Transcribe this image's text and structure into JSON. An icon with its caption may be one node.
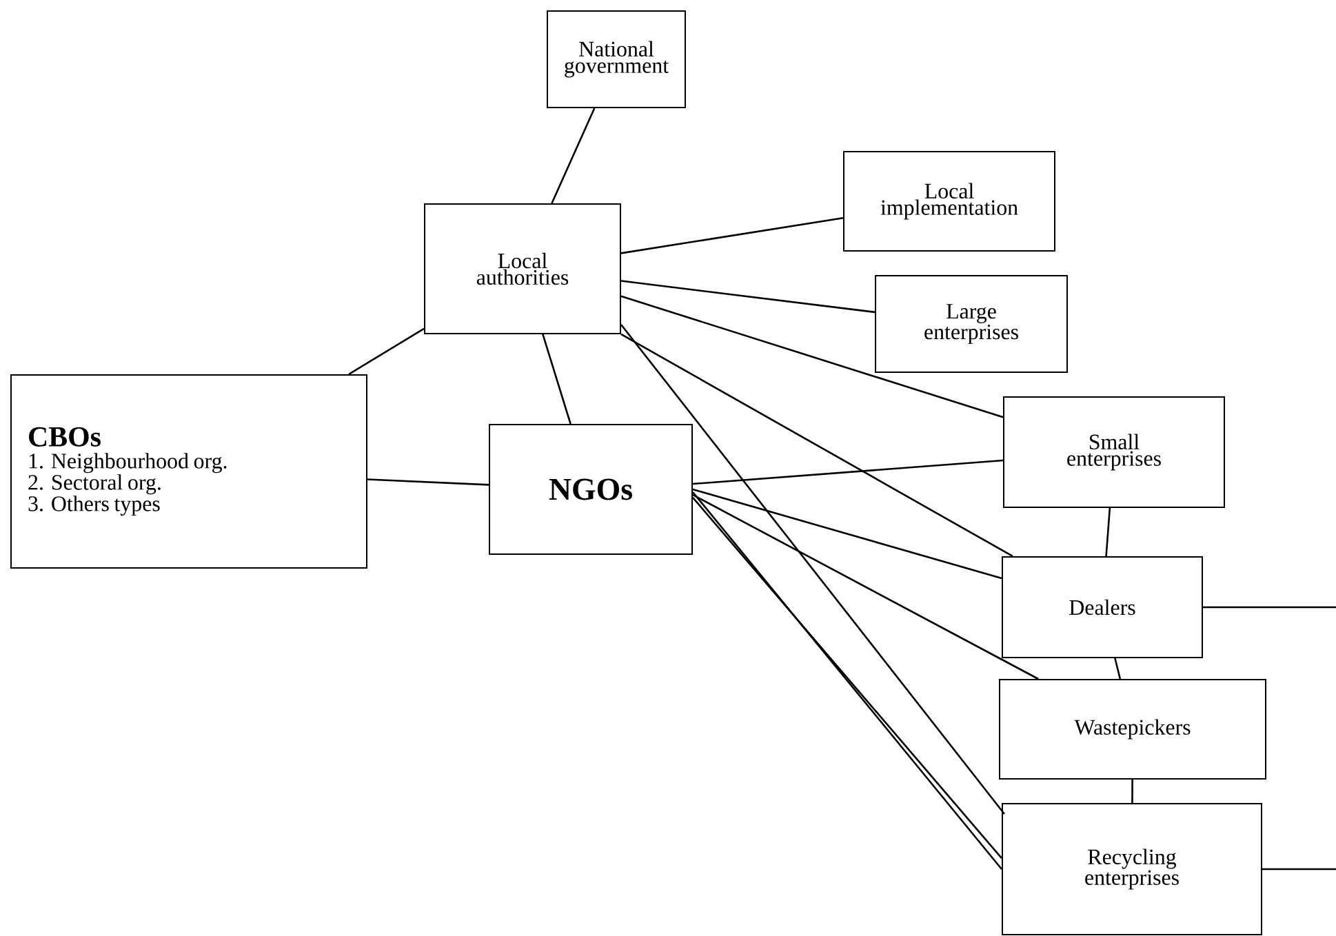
{
  "diagram": {
    "nodes": [
      {
        "text": [
          "National government"
        ]
      },
      {
        "text": [
          "Local implementation"
        ]
      },
      {
        "text": [
          "Local authorities"
        ]
      },
      {
        "text": [
          "Large enterprises"
        ]
      },
      {
        "text": [
          "CBOs",
          "1. Neighbourhood org.",
          "2. Sectoral org.",
          "3. Others types"
        ]
      },
      {
        "text": [
          "NGOs"
        ]
      },
      {
        "text": [
          "Small enterprises"
        ]
      },
      {
        "text": [
          "Dealers"
        ]
      },
      {
        "text": [
          "Wastepickers"
        ]
      },
      {
        "text": [
          "Recycling enterprises"
        ]
      }
    ],
    "edges": [
      {
        "from": 0,
        "to": 2,
        "arrow": "none"
      },
      {
        "from": 2,
        "to": 1,
        "arrow": "none"
      },
      {
        "from": 2,
        "to": 3,
        "arrow": "none"
      },
      {
        "from": 2,
        "to": 4,
        "arrow": "none"
      },
      {
        "from": 2,
        "to": 5,
        "arrow": "none"
      },
      {
        "from": 5,
        "to": 4,
        "arrow": "none"
      },
      {
        "from": 2,
        "to": 6,
        "arrow": "none"
      },
      {
        "from": 2,
        "to": 7,
        "arrow": "none"
      },
      {
        "from": 2,
        "to": 9,
        "arrow": "none"
      },
      {
        "from": 5,
        "to": 6,
        "arrow": "none"
      },
      {
        "from": 5,
        "to": 7,
        "arrow": "none"
      },
      {
        "from": 5,
        "to": 8,
        "arrow": "none"
      },
      {
        "from": 5,
        "to": 9,
        "arrow": "none"
      },
      {
        "from": 5,
        "to": 9,
        "arrow": "none"
      },
      {
        "from": 6,
        "to": 7,
        "arrow": "none"
      },
      {
        "from": 7,
        "to": 8,
        "arrow": "none"
      },
      {
        "from": 8,
        "to": 9,
        "arrow": "none"
      },
      {
        "from": 7,
        "to": null,
        "arrow": "none"
      },
      {
        "from": 9,
        "to": null,
        "arrow": "none"
      }
    ]
  }
}
